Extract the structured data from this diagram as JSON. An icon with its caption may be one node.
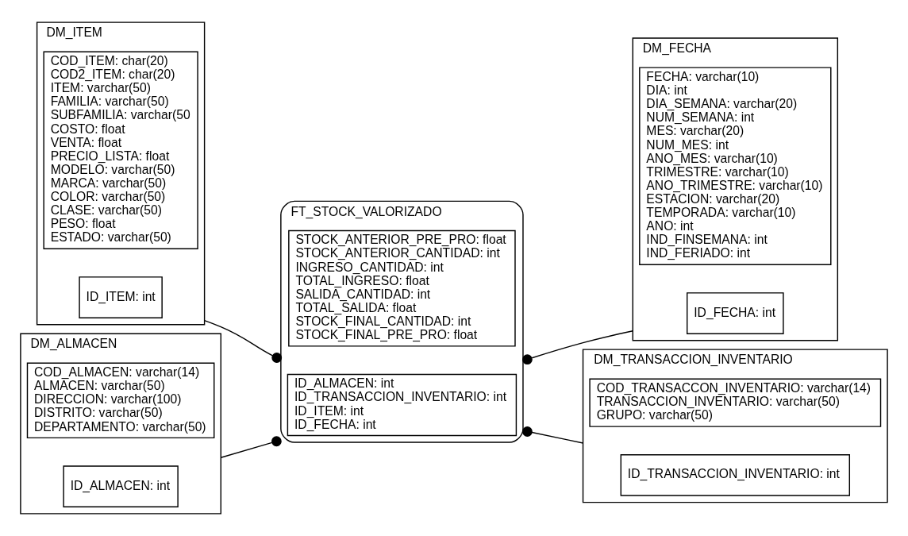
{
  "diagram": {
    "nodes": [
      {
        "text": [
          "DM_ITEM"
        ]
      },
      {
        "text": [
          "ID_ITEM: int"
        ],
        "in": 0
      },
      {
        "text": [
          "COD_ITEM: char(20)",
          "COD2_ITEM: char(20)",
          "ITEM: varchar(50)",
          "FAMILIA: varchar(50)",
          "SUBFAMILIA: varchar(50",
          "COSTO: float",
          "VENTA: float",
          "PRECIO_LISTA: float",
          "MODELO: varchar(50)",
          "MARCA: varchar(50)",
          "COLOR: varchar(50)",
          "CLASE: varchar(50)",
          "PESO: float",
          "ESTADO: varchar(50)"
        ],
        "in": 0
      },
      {
        "text": [
          "FT_STOCK_VALORIZADO"
        ]
      },
      {
        "text": [
          "ID_ALMACEN: int",
          "ID_TRANSACCION_INVENTARIO: int",
          "ID_ITEM: int",
          "ID_FECHA: int"
        ],
        "in": 3
      },
      {
        "text": [
          "STOCK_ANTERIOR_PRE_PRO: float",
          "STOCK_ANTERIOR_CANTIDAD: int",
          "INGRESO_CANTIDAD: int",
          "TOTAL_INGRESO: float",
          "SALIDA_CANTIDAD: int",
          "TOTAL_SALIDA: float",
          "STOCK_FINAL_CANTIDAD: int",
          "STOCK_FINAL_PRE_PRO: float"
        ],
        "in": 3
      },
      {
        "text": [
          "DM_FECHA"
        ]
      },
      {
        "text": [
          "ID_FECHA: int"
        ],
        "in": 6
      },
      {
        "text": [
          "FECHA: varchar(10)",
          "DIA: int",
          "DIA_SEMANA: varchar(20)",
          "NUM_SEMANA: int",
          "MES: varchar(20)",
          "NUM_MES: int",
          "ANO_MES: varchar(10)",
          "TRIMESTRE: varchar(10)",
          "ANO_TRIMESTRE: varchar(10)",
          "ESTACION: varchar(20)",
          "TEMPORADA: varchar(10)",
          "ANO: int",
          "IND_FINSEMANA: int",
          "IND_FERIADO: int"
        ],
        "in": 6
      },
      {
        "text": [
          "DM_ALMACEN"
        ]
      },
      {
        "text": [
          "ID_ALMACEN: int"
        ],
        "in": 9
      },
      {
        "text": [
          "COD_ALMACEN: varchar(14)",
          "ALMACEN: varchar(50)",
          "DIRECCION: varchar(100)",
          "DISTRITO: varchar(50)",
          "DEPARTAMENTO: varchar(50)"
        ],
        "in": 9
      },
      {
        "text": [
          "DM_TRANSACCION_INVENTARIO"
        ]
      },
      {
        "text": [
          "ID_TRANSACCION_INVENTARIO: int"
        ],
        "in": 12
      },
      {
        "text": [
          "COD_TRANSACCON_INVENTARIO: varchar(14)",
          "TRANSACCION_INVENTARIO: varchar(50)",
          "GRUPO: varchar(50)"
        ],
        "in": 12
      }
    ],
    "edges": [
      {
        "from": 0,
        "to": 3,
        "arrow": "other"
      },
      {
        "from": 6,
        "to": 3,
        "arrow": "other"
      },
      {
        "from": 9,
        "to": 3,
        "arrow": "other"
      },
      {
        "from": 12,
        "to": 3,
        "arrow": "other"
      }
    ]
  }
}
